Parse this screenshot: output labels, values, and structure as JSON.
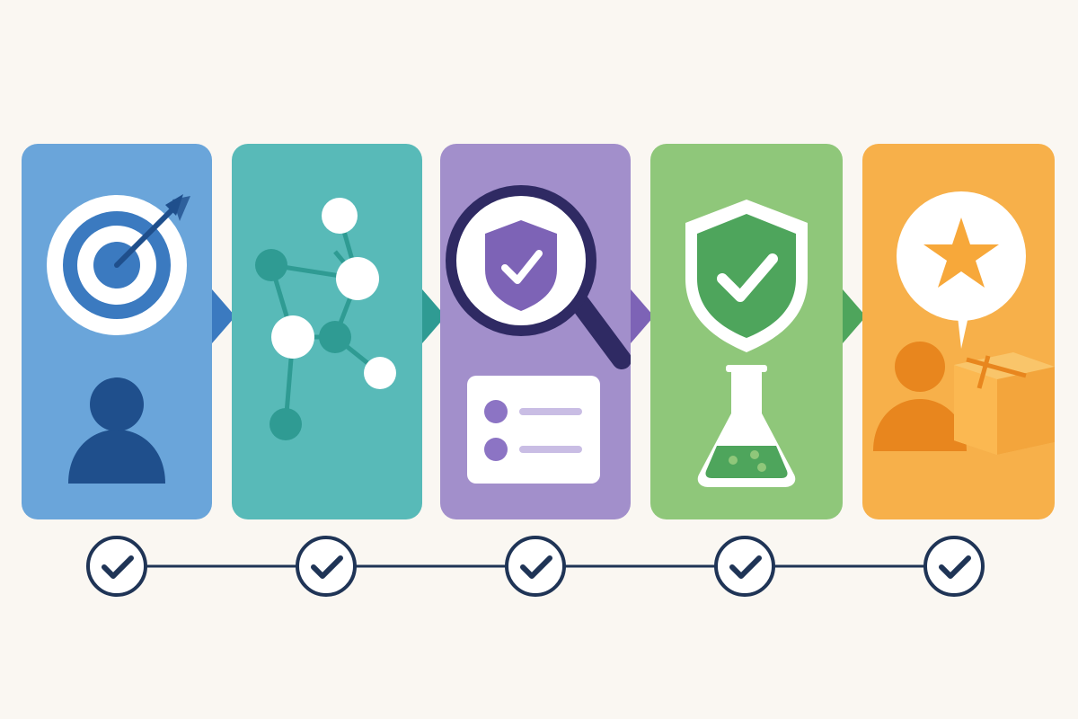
{
  "diagram": {
    "background": "#faf7f2",
    "stage_count": 5,
    "stages": [
      {
        "id": "goal",
        "color": "#6aa5da",
        "dark": "#3b7ac0",
        "icons": [
          "target-icon",
          "arrow-icon",
          "person-icon"
        ],
        "status": "complete"
      },
      {
        "id": "network",
        "color": "#58bab8",
        "dark": "#2f9b93",
        "icons": [
          "network-graph-icon"
        ],
        "status": "complete"
      },
      {
        "id": "review",
        "color": "#a28fcb",
        "dark": "#7d63b6",
        "icons": [
          "magnifier-icon",
          "shield-check-icon",
          "checklist-icon"
        ],
        "status": "complete"
      },
      {
        "id": "test",
        "color": "#8fc77a",
        "dark": "#4ea55c",
        "icons": [
          "shield-check-icon",
          "flask-icon"
        ],
        "status": "complete"
      },
      {
        "id": "deliver",
        "color": "#f7b04a",
        "dark": "#e8861e",
        "icons": [
          "star-bubble-icon",
          "person-icon",
          "package-icon"
        ],
        "status": "complete"
      }
    ],
    "timeline_color": "#1f3456"
  }
}
